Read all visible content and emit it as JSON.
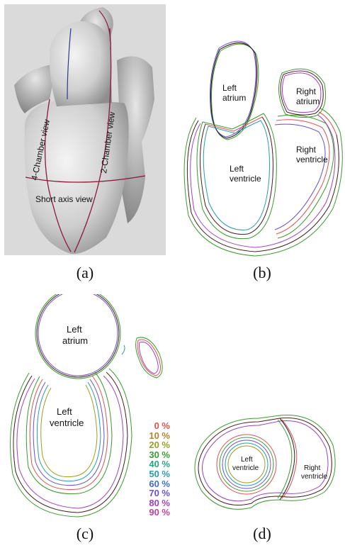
{
  "panel_a": {
    "caption": "(a)",
    "labels": {
      "four_chamber": "4-Chamber view",
      "two_chamber": "2-Chamber view",
      "short_axis": "Short axis view"
    }
  },
  "panel_b": {
    "caption": "(b)",
    "labels": {
      "left_atrium": [
        "Left",
        "atrium"
      ],
      "right_atrium": [
        "Right",
        "atrium"
      ],
      "left_ventricle": [
        "Left",
        "ventricle"
      ],
      "right_ventricle": [
        "Right",
        "ventricle"
      ]
    }
  },
  "panel_c": {
    "caption": "(c)",
    "labels": {
      "left_atrium": [
        "Left",
        "atrium"
      ],
      "left_ventricle": [
        "Left",
        "ventricle"
      ]
    },
    "legend": [
      {
        "label": "0 %",
        "color": "#d9534f"
      },
      {
        "label": "10 %",
        "color": "#b5832a"
      },
      {
        "label": "20 %",
        "color": "#9aa020"
      },
      {
        "label": "30 %",
        "color": "#3c9a2e"
      },
      {
        "label": "40 %",
        "color": "#2aa37a"
      },
      {
        "label": "50 %",
        "color": "#2a9ab0"
      },
      {
        "label": "60 %",
        "color": "#3a6fd0"
      },
      {
        "label": "70 %",
        "color": "#6a4fd0"
      },
      {
        "label": "80 %",
        "color": "#a040c0"
      },
      {
        "label": "90 %",
        "color": "#c03fa0"
      }
    ]
  },
  "panel_d": {
    "caption": "(d)",
    "labels": {
      "left_ventricle": [
        "Left",
        "ventricle"
      ],
      "right_ventricle": [
        "Right",
        "ventricle"
      ]
    }
  }
}
